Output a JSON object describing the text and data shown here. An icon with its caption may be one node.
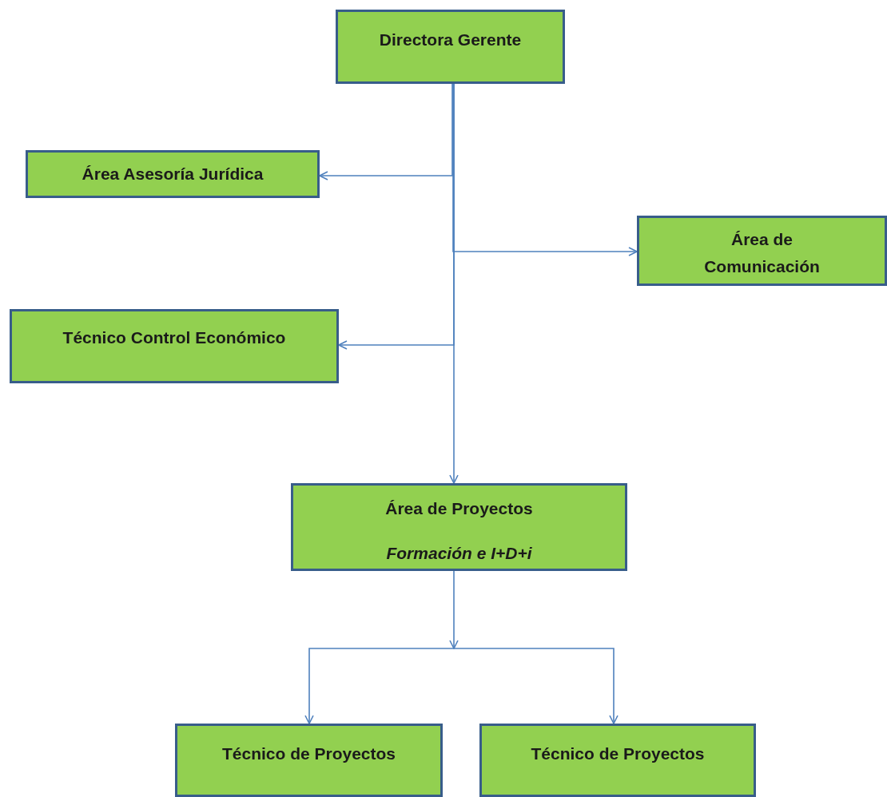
{
  "diagram": {
    "nodes": [
      {
        "text": [
          "Directora Gerente"
        ]
      },
      {
        "text": [
          "Área Asesoría Jurídica"
        ]
      },
      {
        "text": [
          "Área de Comunicación"
        ]
      },
      {
        "text": [
          "Técnico Control Económico"
        ]
      },
      {
        "text": [
          "Área de Proyectos",
          "Formación e I+D+i"
        ]
      },
      {
        "text": [
          "Técnico de Proyectos"
        ]
      },
      {
        "text": [
          "Técnico de Proyectos"
        ]
      }
    ],
    "edges": [
      {
        "from": 0,
        "to": 1,
        "arrow": "to"
      },
      {
        "from": 0,
        "to": 2,
        "arrow": "to"
      },
      {
        "from": 0,
        "to": 3,
        "arrow": "to"
      },
      {
        "from": 0,
        "to": 4,
        "arrow": "to"
      },
      {
        "from": 4,
        "to": 5,
        "arrow": "to"
      },
      {
        "from": 4,
        "to": 6,
        "arrow": "to"
      }
    ]
  }
}
